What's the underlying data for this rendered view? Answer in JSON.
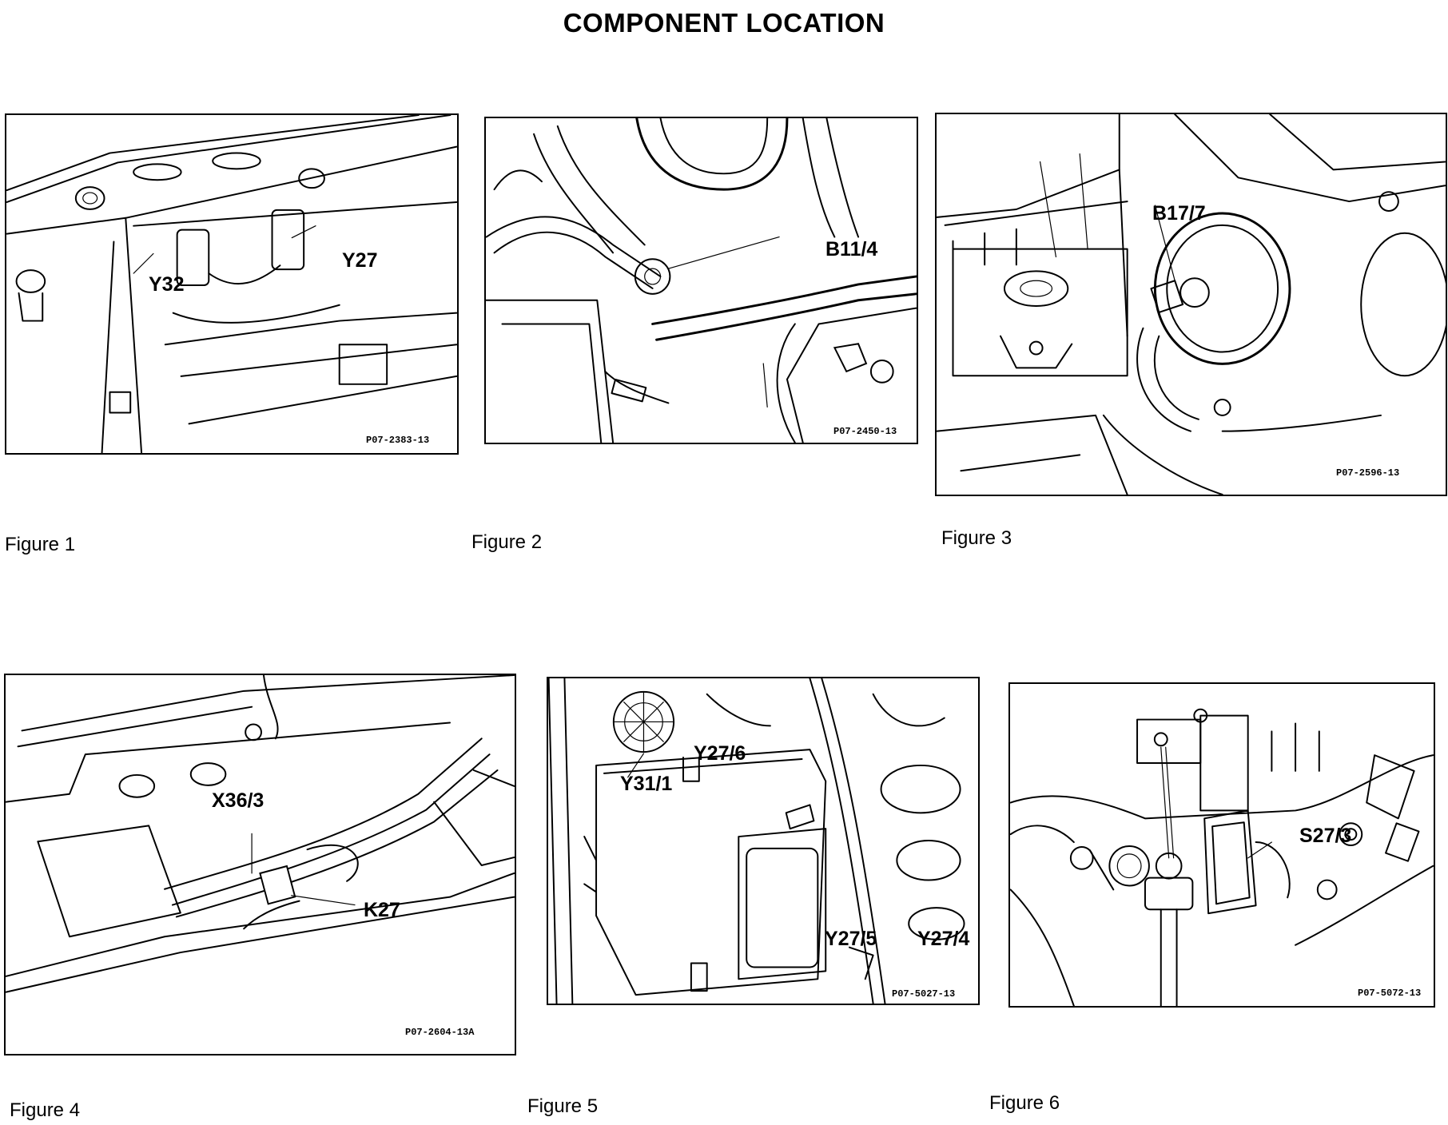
{
  "page": {
    "title": "COMPONENT LOCATION"
  },
  "figures": [
    {
      "caption": "Figure 1",
      "code": "P07-2383-13",
      "callouts": [
        "Y32",
        "Y27"
      ]
    },
    {
      "caption": "Figure 2",
      "code": "P07-2450-13",
      "callouts": [
        "B11/4"
      ]
    },
    {
      "caption": "Figure 3",
      "code": "P07-2596-13",
      "callouts": [
        "B17/7"
      ]
    },
    {
      "caption": "Figure 4",
      "code": "P07-2604-13A",
      "callouts": [
        "X36/3",
        "K27"
      ]
    },
    {
      "caption": "Figure 5",
      "code": "P07-5027-13",
      "callouts": [
        "Y27/6",
        "Y31/1",
        "Y27/5",
        "Y27/4"
      ]
    },
    {
      "caption": "Figure 6",
      "code": "P07-5072-13",
      "callouts": [
        "S27/3"
      ]
    }
  ]
}
